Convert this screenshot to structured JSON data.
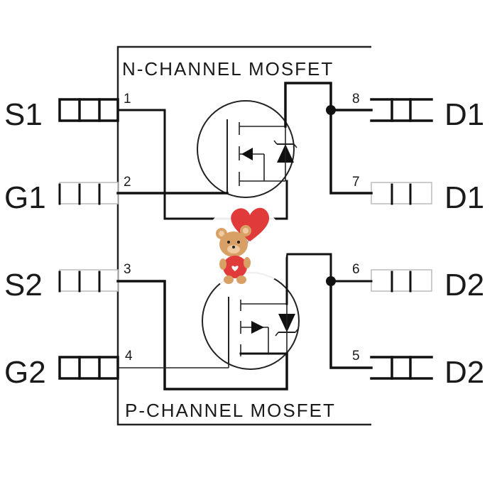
{
  "titles": {
    "top": "N-CHANNEL MOSFET",
    "bottom": "P-CHANNEL MOSFET"
  },
  "pins": {
    "left": [
      {
        "label": "S1",
        "number": "1"
      },
      {
        "label": "G1",
        "number": "2"
      },
      {
        "label": "S2",
        "number": "3"
      },
      {
        "label": "G2",
        "number": "4"
      }
    ],
    "right": [
      {
        "label": "D1",
        "number": "8"
      },
      {
        "label": "D1",
        "number": "7"
      },
      {
        "label": "D2",
        "number": "6"
      },
      {
        "label": "D2",
        "number": "5"
      }
    ]
  },
  "colors": {
    "ink": "#111111",
    "heart": "#e03a3a",
    "bear": "#d9a066"
  },
  "sticker": "teddy-bear-with-heart-balloon"
}
